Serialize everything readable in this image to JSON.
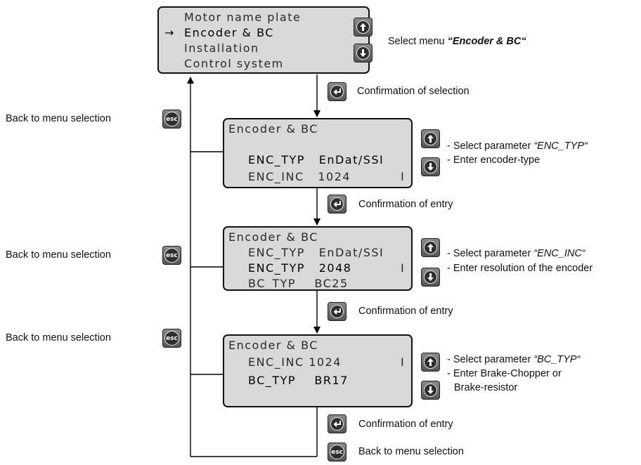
{
  "lcd_top": {
    "lines": [
      "Motor name plate",
      "Encoder & BC",
      "Installation",
      "Control system"
    ],
    "selected_marker": "→"
  },
  "lcd_1": {
    "lines": [
      "Encoder & BC",
      "ENC_TYP   EnDat/SSI",
      "ENC_INC   1024"
    ],
    "suffix": "I"
  },
  "lcd_2": {
    "lines": [
      "Encoder & BC",
      "ENC_TYP   EnDat/SSI",
      "ENC_TYP   2048",
      "BC_TYP    BC25"
    ],
    "suffix": "I"
  },
  "lcd_3": {
    "lines": [
      "Encoder & BC",
      "ENC_INC 1024",
      "BC_TYP    BR17"
    ],
    "suffix": "I"
  },
  "labels": {
    "select_menu_prefix": "Select menu ",
    "select_menu_name": "“Encoder & BC“",
    "confirm_selection": "Confirmation of selection",
    "confirm_entry": "Confirmation of entry",
    "back": "Back to menu selection",
    "select_param_prefix": "- Select parameter ",
    "param_1": "“ENC_TYP“",
    "param_2": "“ENC_INC“",
    "param_3": "“BC_TYP“",
    "enter_type": "- Enter encoder-type",
    "enter_resolution": "- Enter resolution of the encoder",
    "enter_brake_1": "- Enter Brake-Chopper or",
    "enter_brake_2": "Brake-resistor"
  },
  "icons": {
    "up": "up-arrow-icon",
    "down": "down-arrow-icon",
    "enter": "enter-icon",
    "esc": "esc-icon",
    "esc_text": "esc"
  }
}
